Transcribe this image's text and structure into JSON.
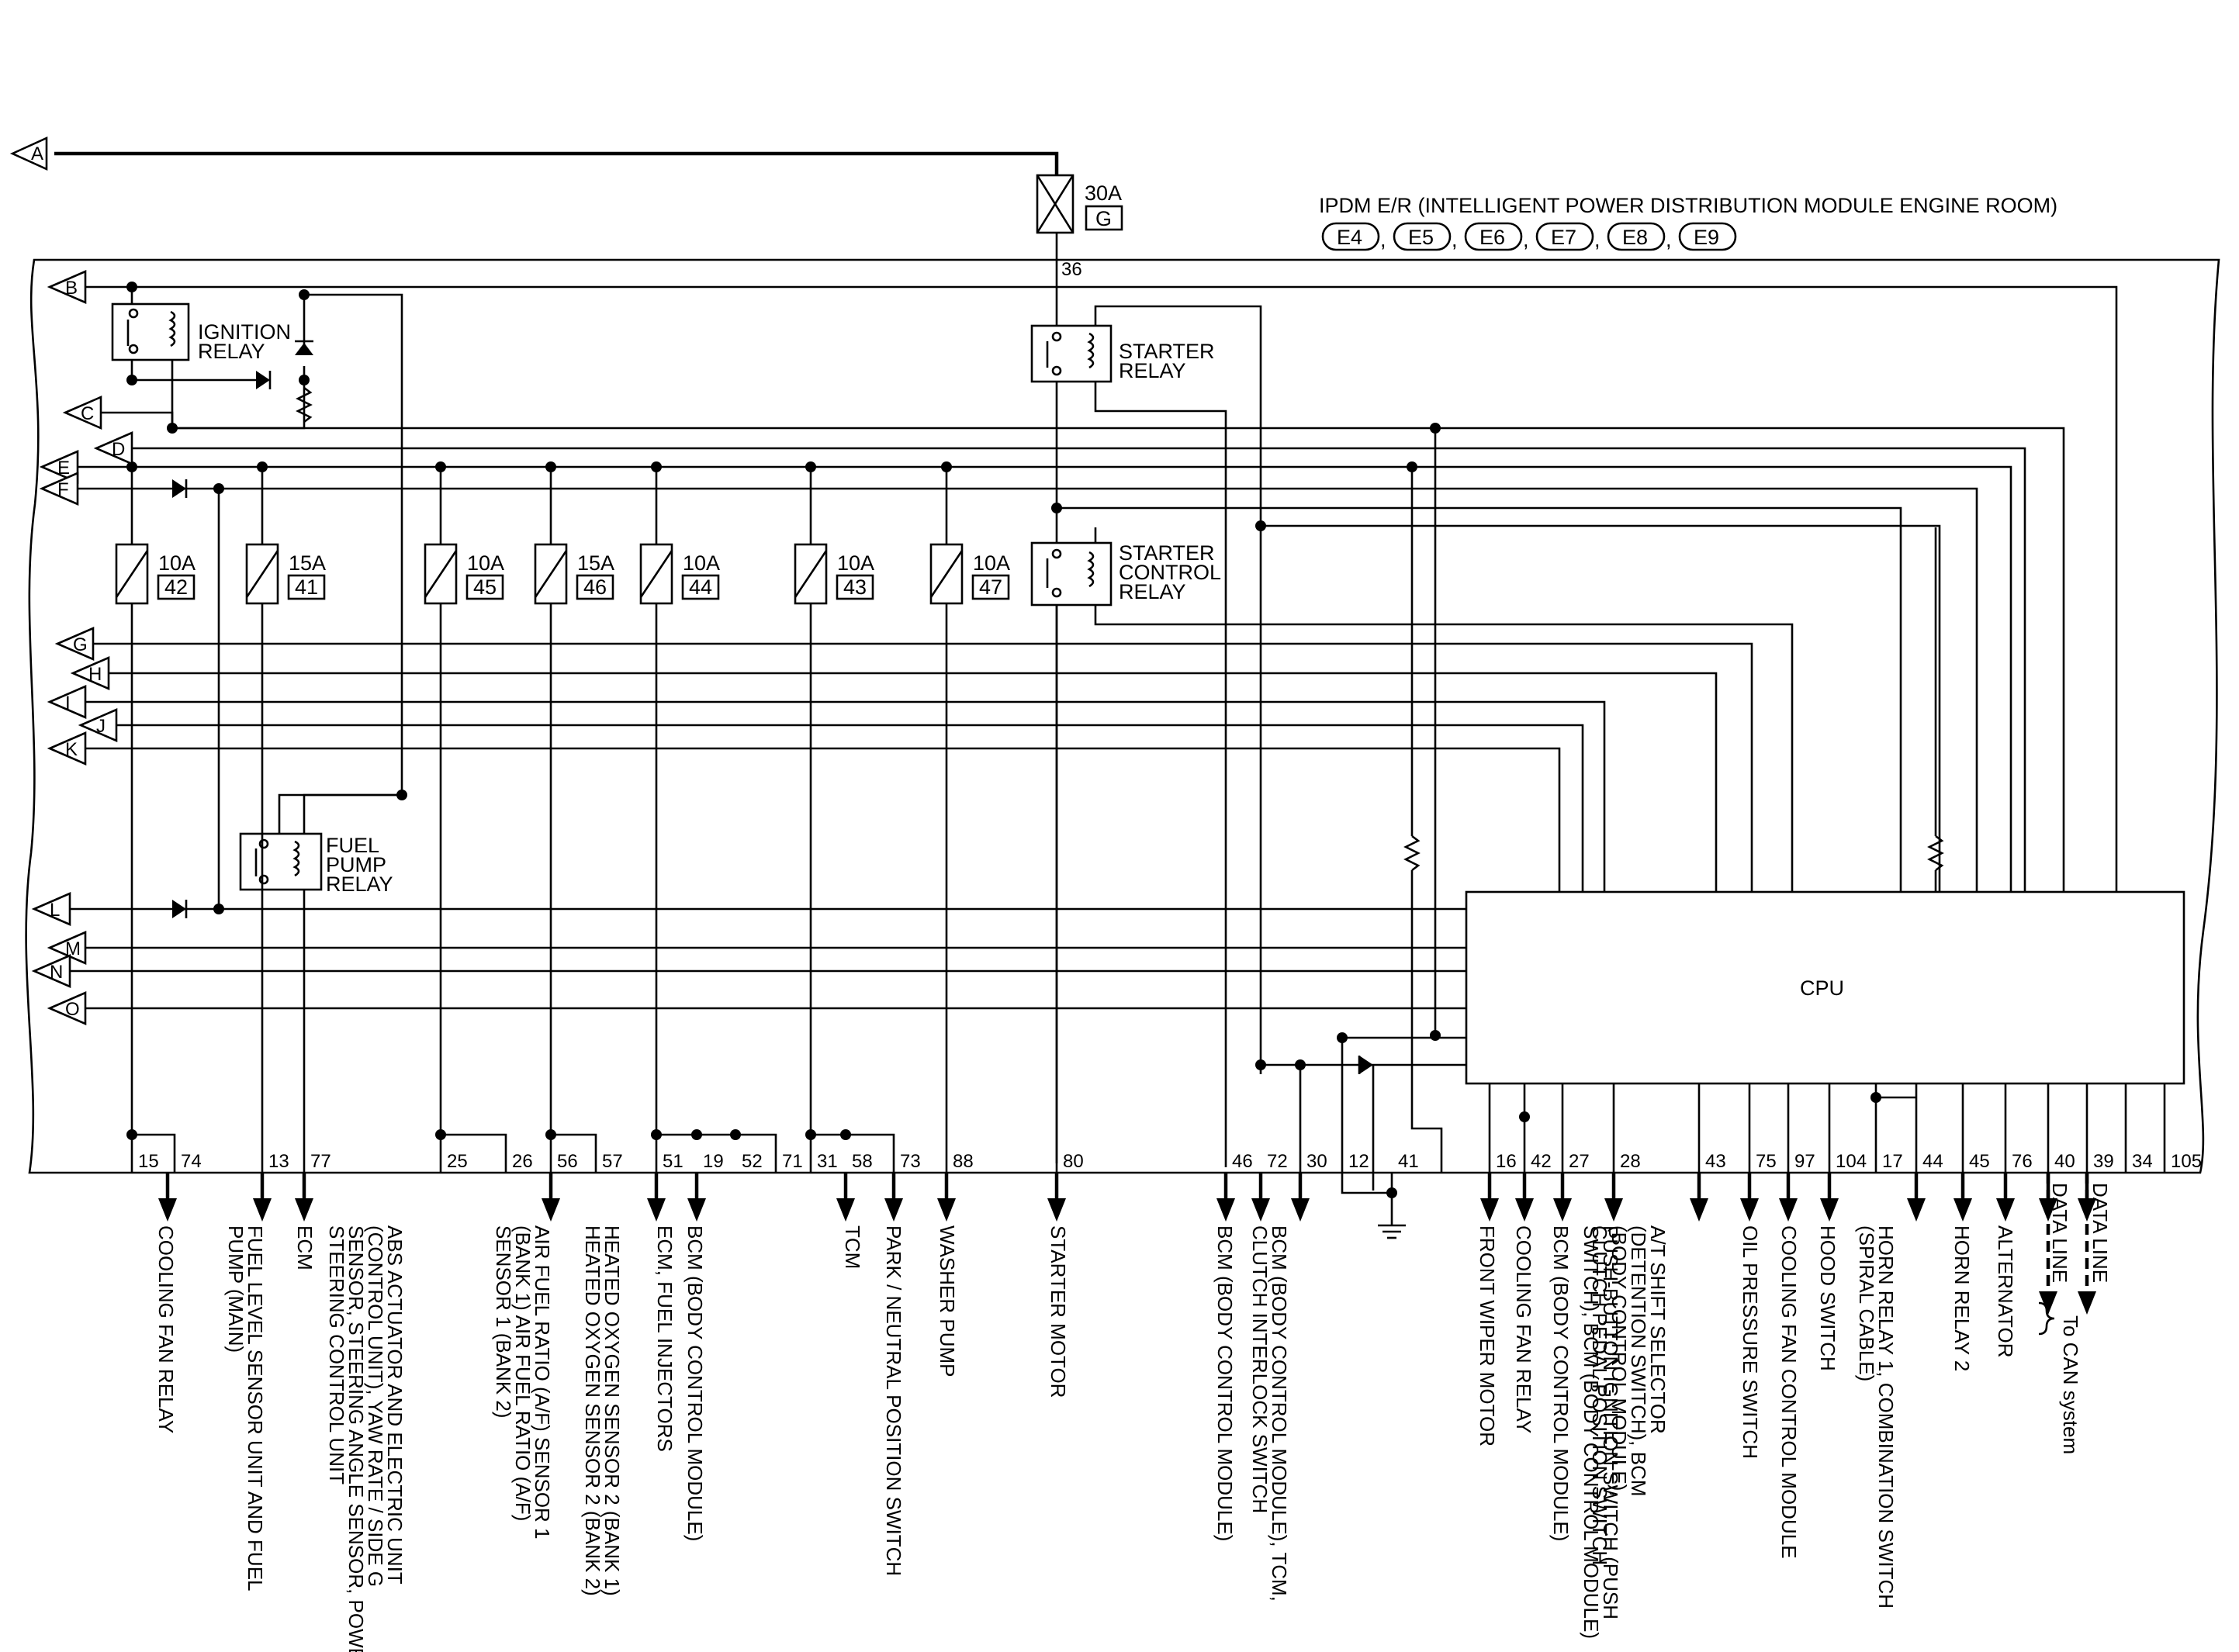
{
  "header": {
    "title": "IPDM E/R (INTELLIGENT POWER DISTRIBUTION MODULE ENGINE ROOM)",
    "connectors": [
      "E4",
      "E5",
      "E6",
      "E7",
      "E8",
      "E9"
    ],
    "separator": ","
  },
  "main_fuse": {
    "rating": "30A",
    "id": "G",
    "pin": "36"
  },
  "relays": {
    "ignition": "IGNITION RELAY",
    "starter": "STARTER RELAY",
    "starter_control": "STARTER CONTROL RELAY",
    "fuel_pump": "FUEL PUMP RELAY"
  },
  "fuses": [
    {
      "rating": "10A",
      "id": "42"
    },
    {
      "rating": "15A",
      "id": "41"
    },
    {
      "rating": "10A",
      "id": "45"
    },
    {
      "rating": "15A",
      "id": "46"
    },
    {
      "rating": "10A",
      "id": "44"
    },
    {
      "rating": "10A",
      "id": "43"
    },
    {
      "rating": "10A",
      "id": "47"
    }
  ],
  "cpu_label": "CPU",
  "connector_refs": [
    "A",
    "B",
    "C",
    "D",
    "E",
    "F",
    "G",
    "H",
    "I",
    "J",
    "K",
    "L",
    "M",
    "N",
    "O"
  ],
  "pins": [
    "15",
    "74",
    "13",
    "77",
    "25",
    "26",
    "56",
    "57",
    "51",
    "19",
    "52",
    "71",
    "31",
    "58",
    "73",
    "88",
    "80",
    "46",
    "72",
    "30",
    "12",
    "41",
    "16",
    "42",
    "27",
    "28",
    "43",
    "75",
    "97",
    "104",
    "17",
    "44",
    "45",
    "76",
    "40",
    "39",
    "34",
    "105"
  ],
  "destinations": [
    {
      "label": "COOLING FAN RELAY"
    },
    {
      "label": "FUEL LEVEL SENSOR UNIT AND FUEL PUMP (MAIN)"
    },
    {
      "label": "ECM"
    },
    {
      "label": "ABS ACTUATOR AND ELECTRIC UNIT (CONTROL UNIT), YAW RATE / SIDE G SENSOR, STEERING ANGLE SENSOR, POWER STEERING CONTROL UNIT"
    },
    {
      "label": "AIR FUEL RATIO (A/F) SENSOR 1 (BANK 1) AIR FUEL RATIO (A/F) SENSOR 1 (BANK 2)"
    },
    {
      "label": "HEATED OXYGEN SENSOR 2 (BANK 1) HEATED OXYGEN SENSOR 2 (BANK 2)"
    },
    {
      "label": "ECM, FUEL INJECTORS"
    },
    {
      "label": "BCM (BODY CONTROL MODULE)"
    },
    {
      "label": "TCM"
    },
    {
      "label": "PARK / NEUTRAL POSITION SWITCH"
    },
    {
      "label": "WASHER PUMP"
    },
    {
      "label": "STARTER MOTOR"
    },
    {
      "label": "BCM (BODY CONTROL MODULE)"
    },
    {
      "label": "BCM (BODY CONTROL MODULE), TCM, CLUTCH INTERLOCK SWITCH"
    },
    {
      "label": "FRONT WIPER MOTOR"
    },
    {
      "label": "COOLING FAN RELAY"
    },
    {
      "label": "BCM (BODY CONTROL MODULE)"
    },
    {
      "label": "PUSH-BUTTON IGNITION SWITCH (PUSH SWITCH), BCM (BODY CONTROL MODULE)"
    },
    {
      "label": "A/T SHIFT SELECTOR (DETENTION SWITCH), BCM (BODY CONTROL MODULE), CLUTCH PEDAL POSITION SWITCH"
    },
    {
      "label": "OIL PRESSURE SWITCH"
    },
    {
      "label": "COOLING FAN CONTROL MODULE"
    },
    {
      "label": "HOOD SWITCH"
    },
    {
      "label": "HORN RELAY 1, COMBINATION SWITCH (SPIRAL CABLE)"
    },
    {
      "label": "HORN RELAY 2"
    },
    {
      "label": "ALTERNATOR"
    },
    {
      "label": "DATA LINE"
    },
    {
      "label": "DATA LINE"
    }
  ],
  "can_label": "To CAN system"
}
